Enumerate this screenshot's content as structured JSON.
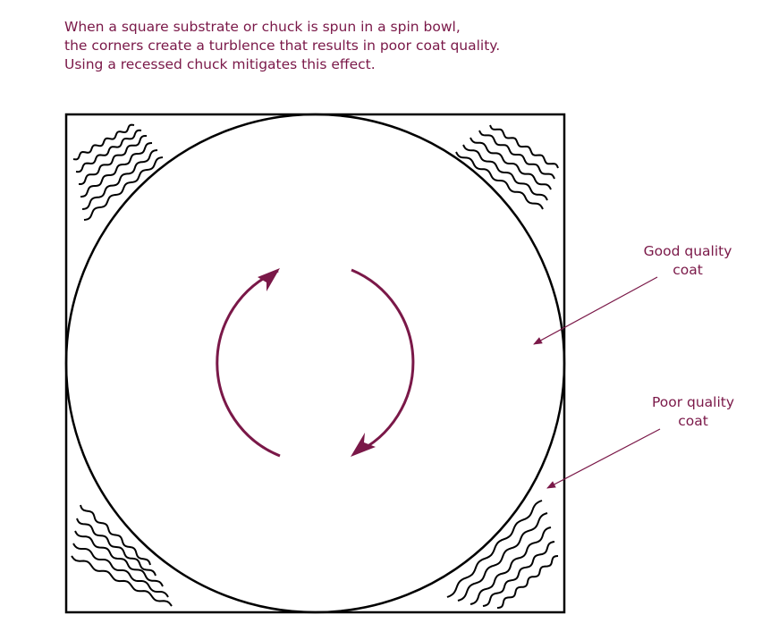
{
  "caption": {
    "lines": [
      "When a square substrate or chuck is spun in a spin bowl,",
      "the corners create a turblence that results in poor coat quality.",
      "Using a recessed chuck mitigates this effect."
    ]
  },
  "labels": {
    "good": [
      "Good quality",
      "coat"
    ],
    "poor": [
      "Poor quality",
      "coat"
    ]
  },
  "colors": {
    "accent": "#7a1848",
    "outline": "#000000",
    "background": "#ffffff"
  },
  "icons": {
    "rotation": "circular-arrows-icon",
    "turbulence": "wavy-lines-icon"
  }
}
